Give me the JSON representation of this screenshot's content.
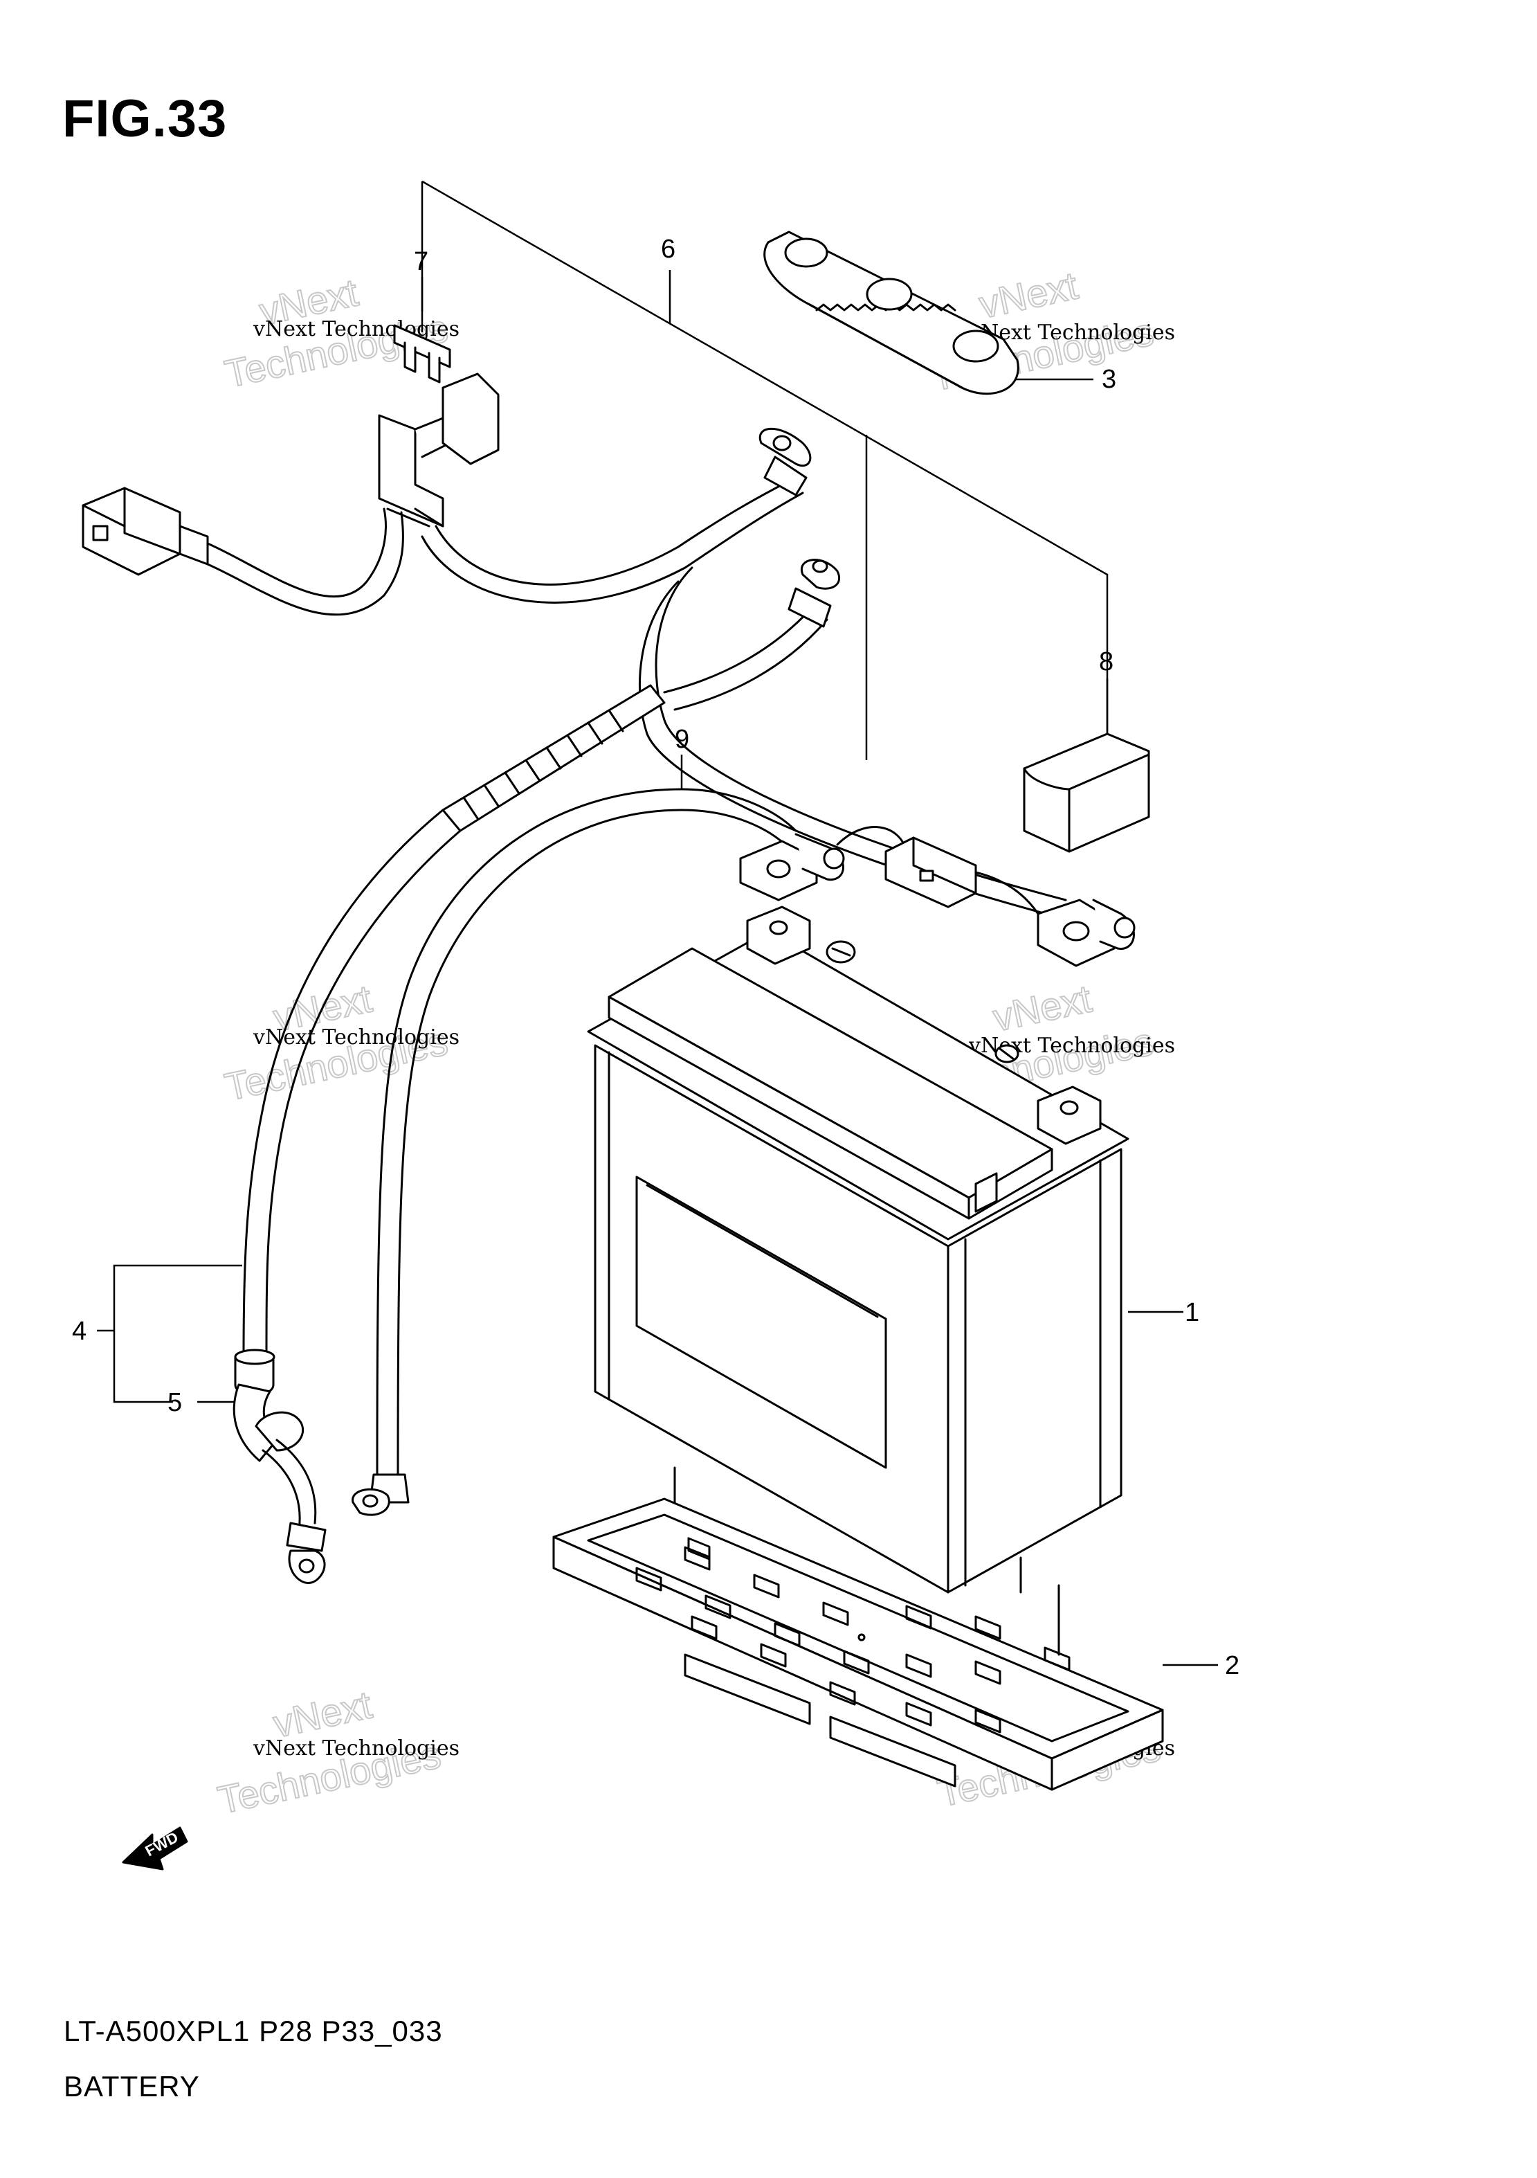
{
  "figure": {
    "title": "FIG.33",
    "model_code": "LT-A500XPL1 P28 P33_033",
    "section_name": "BATTERY"
  },
  "callouts": {
    "c1": "1",
    "c2": "2",
    "c3": "3",
    "c4": "4",
    "c5": "5",
    "c6": "6",
    "c7": "7",
    "c8": "8",
    "c9": "9"
  },
  "watermark": {
    "line1": "vNext Technologies",
    "line2": "vNext",
    "line3": "Technologies"
  },
  "fwd_label": "FWD"
}
